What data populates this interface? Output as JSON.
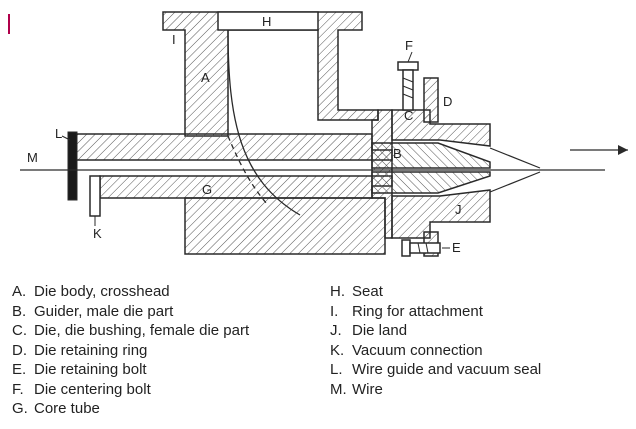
{
  "diagram": {
    "labels": {
      "A": "A",
      "B": "B",
      "C": "C",
      "D": "D",
      "E": "E",
      "F": "F",
      "G": "G",
      "H": "H",
      "I": "I",
      "J": "J",
      "K": "K",
      "L": "L",
      "M": "M"
    },
    "colors": {
      "line": "#2a2a2a",
      "hatch": "#555555",
      "accent": "#b0004a"
    }
  },
  "legend": {
    "left": [
      {
        "key": "A.",
        "text": "Die body, crosshead"
      },
      {
        "key": "B.",
        "text": "Guider, male die part"
      },
      {
        "key": "C.",
        "text": "Die, die bushing, female die part"
      },
      {
        "key": "D.",
        "text": "Die retaining ring"
      },
      {
        "key": "E.",
        "text": "Die retaining bolt"
      },
      {
        "key": "F.",
        "text": "Die centering bolt"
      },
      {
        "key": "G.",
        "text": "Core tube"
      }
    ],
    "right": [
      {
        "key": "H.",
        "text": "Seat"
      },
      {
        "key": "I.",
        "text": "Ring for attachment"
      },
      {
        "key": "J.",
        "text": "Die land"
      },
      {
        "key": "K.",
        "text": "Vacuum connection"
      },
      {
        "key": "L.",
        "text": "Wire guide and vacuum seal"
      },
      {
        "key": "M.",
        "text": "Wire"
      }
    ]
  }
}
